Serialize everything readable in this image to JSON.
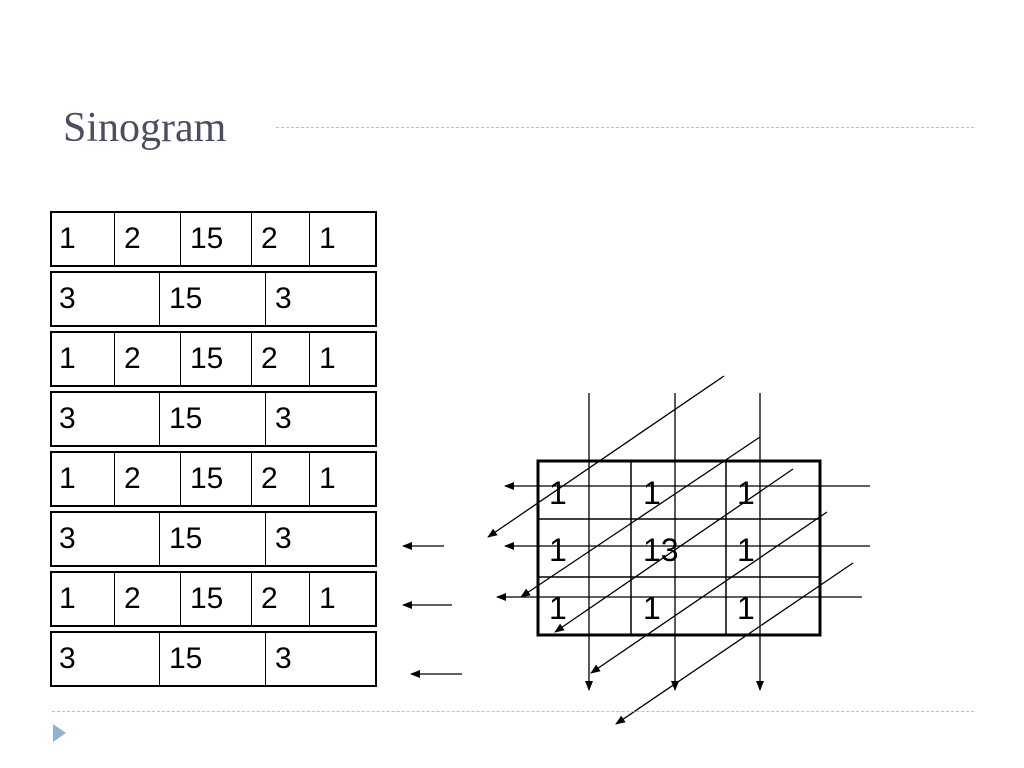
{
  "title": "Sinogram",
  "sinogram": {
    "rows": [
      [
        "1",
        "2",
        "15",
        "2",
        "1"
      ],
      [
        "3",
        "15",
        "3"
      ],
      [
        "1",
        "2",
        "15",
        "2",
        "1"
      ],
      [
        "3",
        "15",
        "3"
      ],
      [
        "1",
        "2",
        "15",
        "2",
        "1"
      ],
      [
        "3",
        "15",
        "3"
      ],
      [
        "1",
        "2",
        "15",
        "2",
        "1"
      ],
      [
        "3",
        "15",
        "3"
      ]
    ]
  },
  "image_grid": {
    "cells": [
      [
        "1",
        "1",
        "1"
      ],
      [
        "1",
        "13",
        "1"
      ],
      [
        "1",
        "1",
        "1"
      ]
    ]
  }
}
